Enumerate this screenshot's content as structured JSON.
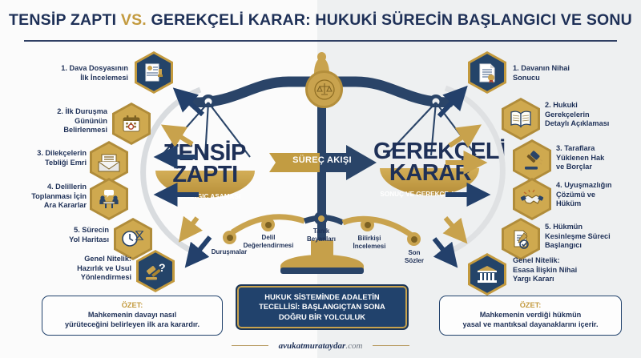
{
  "title": {
    "part1": "TENSİP ZAPTI ",
    "vs": "VS.",
    "part2": " GEREKÇELİ KARAR: HUKUKİ SÜRECİN BAŞLANGICI VE SONU"
  },
  "colors": {
    "navy": "#1e3057",
    "navy_mid": "#2a4468",
    "gold": "#c9a34e",
    "gold_dark": "#b08c3a",
    "background": "#f2f3f4",
    "white": "#ffffff"
  },
  "left_panel": {
    "wordmark_line1": "TENSİP",
    "wordmark_line2": "ZAPTI",
    "subtitle": "BAŞLANGIÇ\nAŞAMASI",
    "items": [
      {
        "label": "1. Dava Dosyasının\nİlk İncelemesi",
        "icon": "stamped-document-icon",
        "style": "navy"
      },
      {
        "label": "2. İlk Duruşma\nGününün\nBelirlenmesi",
        "icon": "calendar-icon",
        "style": "gold"
      },
      {
        "label": "3. Dilekçelerin\nTebliği Emri",
        "icon": "envelope-letter-icon",
        "style": "gold"
      },
      {
        "label": "4. Delillerin\nToplanması İçin\nAra Kararlar",
        "icon": "meeting-discussion-icon",
        "style": "gold"
      },
      {
        "label": "5. Sürecin\nYol Haritası",
        "icon": "clock-hourglass-icon",
        "style": "gold"
      },
      {
        "label": "Genel Nitelik:\nHazırlık ve Usul\nYönlendirmesi",
        "icon": "gavel-question-icon",
        "style": "navy"
      }
    ],
    "summary_key": "ÖZET:",
    "summary_text": " Mahkemenin davayı nasıl\nyürüteceğini belirleyen ilk ara karardır."
  },
  "right_panel": {
    "wordmark_line1": "GEREKÇELİ",
    "wordmark_line2": "KARAR",
    "subtitle": "SONUÇ VE GEREKÇE\nAŞAMASI",
    "items": [
      {
        "label": "1. Davanın Nihai\nSonucu",
        "icon": "sealed-certificate-icon",
        "style": "navy"
      },
      {
        "label": "2. Hukuki\nGerekçelerin\nDetaylı Açıklaması",
        "icon": "open-book-icon",
        "style": "gold"
      },
      {
        "label": "3. Taraflara\nYüklenen Hak\nve Borçlar",
        "icon": "gavel-icon",
        "style": "gold"
      },
      {
        "label": "4. Uyuşmazlığın\nÇözümü ve\nHüküm",
        "icon": "handshake-icon",
        "style": "gold"
      },
      {
        "label": "5. Hükmün\nKesinleşme Süreci\nBaşlangıcı",
        "icon": "signed-document-check-icon",
        "style": "gold"
      },
      {
        "label": "Genel Nitelik:\nEsasa İlişkin Nihai\nYargı Kararı",
        "icon": "courthouse-icon",
        "style": "navy"
      }
    ],
    "summary_key": "ÖZET:",
    "summary_text": " Mahkemenin verdiği hükmün\nyasal ve mantıksal dayanaklarını içerir."
  },
  "center": {
    "flow_arrow_label": "SÜREÇ AKIŞI",
    "arc_nodes": [
      {
        "label": "Duruşmalar",
        "style": "gold"
      },
      {
        "label": "Delil\nDeğerlendirmesi",
        "style": "gold"
      },
      {
        "label": "Tanık\nBeyanları",
        "style": "navy"
      },
      {
        "label": "Bilirkişi\nİncelemesi",
        "style": "gold"
      },
      {
        "label": "Son\nSözler",
        "style": "gold"
      }
    ],
    "banner_text": "HUKUK SİSTEMİNDE ADALETİN\nTECELLİSİ: BAŞLANGIÇTAN SONA\nDOĞRU BİR YOLCULUK"
  },
  "footer": {
    "site_bold": "avukatmurataydar",
    "site_rest": ".com"
  }
}
